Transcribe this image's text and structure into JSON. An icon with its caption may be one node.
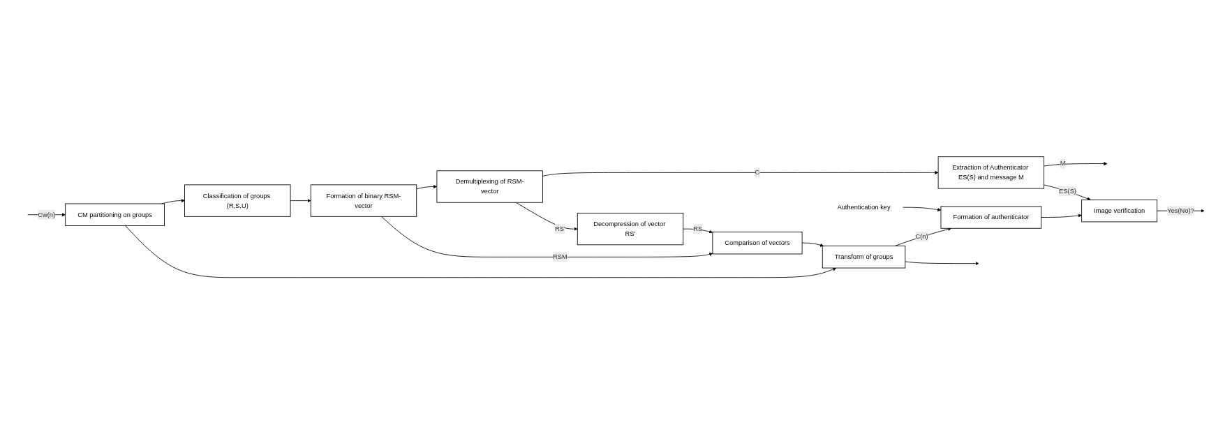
{
  "diagram": {
    "nodes": [
      {
        "text": [
          "CM partitioning on groups"
        ]
      },
      {
        "text": [
          "Classification of groups (R,S,U)"
        ]
      },
      {
        "text": [
          "Formation of binary RSM-vector"
        ]
      },
      {
        "text": [
          "Demultiplexing of RSM-vector"
        ]
      },
      {
        "text": [
          "Extraction of Authenticator ES(S) and message M"
        ]
      },
      {
        "text": [
          "Transform of groups"
        ]
      },
      {
        "text": [
          "Comparison of vectors"
        ]
      },
      {
        "text": [
          "Decompression of vector RS’"
        ]
      },
      {
        "text": [
          "Image verification"
        ]
      },
      {
        "text": [
          "Formation of authenticator"
        ]
      },
      {
        "text": [
          "Authentication key"
        ]
      }
    ],
    "edges": [
      {
        "from": null,
        "to": 0,
        "arrow": "to",
        "label": "Cw(n)"
      },
      {
        "from": 0,
        "to": 1,
        "arrow": "to"
      },
      {
        "from": 0,
        "to": 5,
        "arrow": "to"
      },
      {
        "from": 1,
        "to": 2,
        "arrow": "to"
      },
      {
        "from": 2,
        "to": 3,
        "arrow": "to"
      },
      {
        "from": 3,
        "to": 4,
        "arrow": "to",
        "label": "C"
      },
      {
        "from": 4,
        "to": null,
        "arrow": "to",
        "label": "M"
      },
      {
        "from": 2,
        "to": 6,
        "arrow": "to",
        "label": "RSM"
      },
      {
        "from": 3,
        "to": 7,
        "arrow": "to",
        "label": "RS'"
      },
      {
        "from": 7,
        "to": 6,
        "arrow": "to",
        "label": "RS"
      },
      {
        "from": 6,
        "to": 5,
        "arrow": "to"
      },
      {
        "from": 4,
        "to": 8,
        "arrow": "to",
        "label": "ES(S)"
      },
      {
        "from": 8,
        "to": null,
        "arrow": "to",
        "label": "Yes(No)?"
      },
      {
        "from": 5,
        "to": 9,
        "arrow": "to",
        "label": "C(n)"
      },
      {
        "from": 5,
        "to": null,
        "arrow": "to"
      },
      {
        "from": 9,
        "to": 8,
        "arrow": "to"
      },
      {
        "from": 10,
        "to": 9,
        "arrow": "to"
      }
    ]
  }
}
